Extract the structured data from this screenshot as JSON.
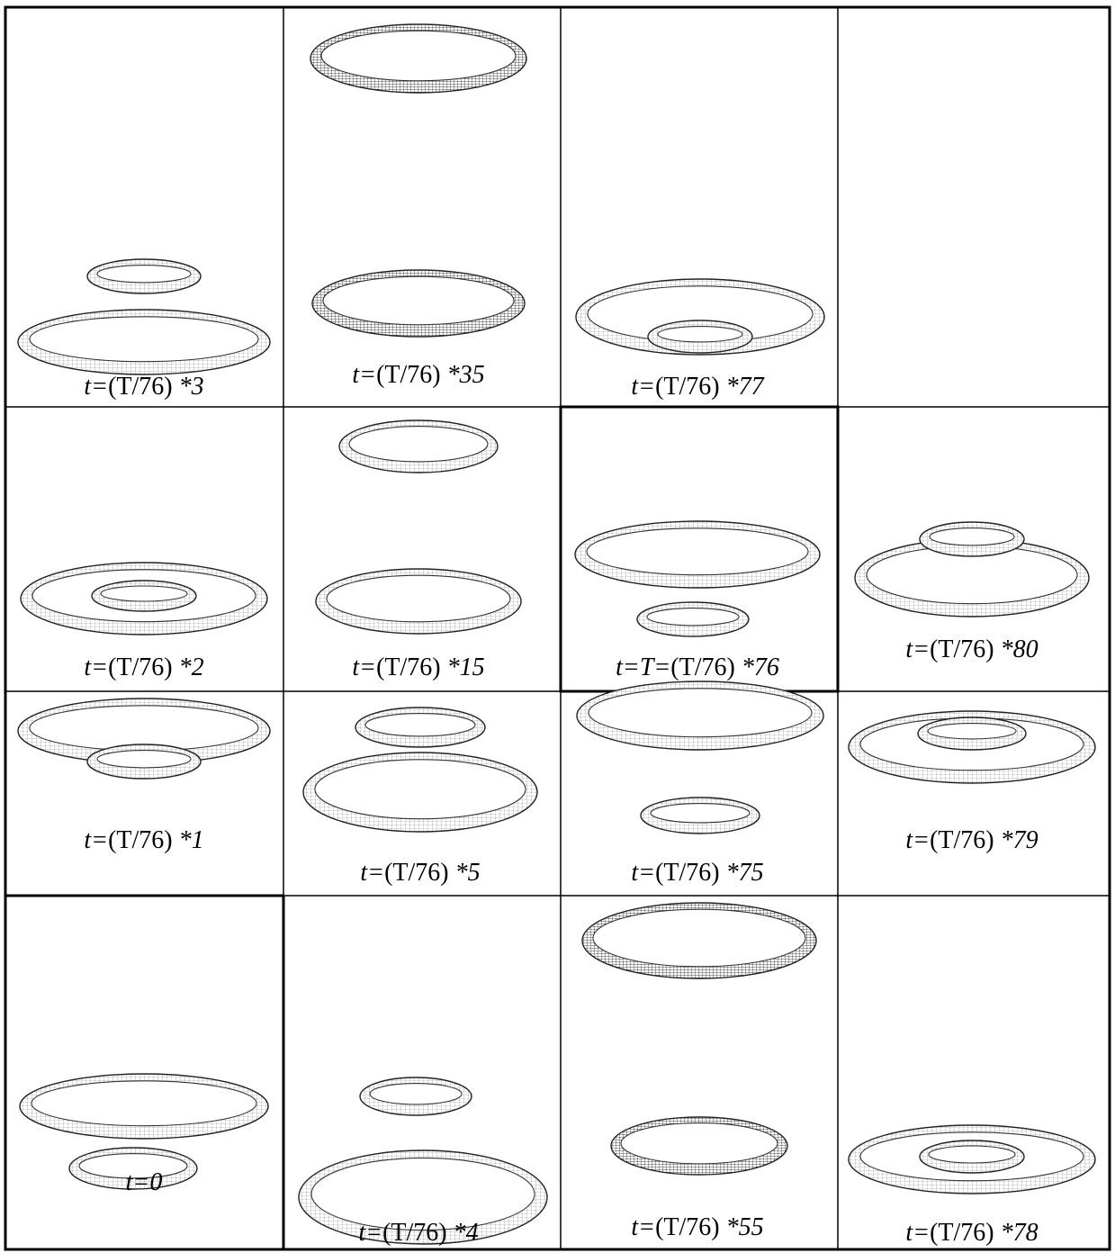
{
  "panels": [
    {
      "row": 0,
      "col": 0,
      "caption": {
        "pre": "t=",
        "paren": "(T/76)",
        "mult": "*3"
      }
    },
    {
      "row": 0,
      "col": 1,
      "caption": {
        "pre": "t=",
        "paren": "(T/76)",
        "mult": "*35"
      }
    },
    {
      "row": 0,
      "col": 2,
      "caption": {
        "pre": "t=",
        "paren": "(T/76)",
        "mult": "*77"
      }
    },
    {
      "row": 0,
      "col": 3,
      "caption": null
    },
    {
      "row": 1,
      "col": 0,
      "caption": {
        "pre": "t=",
        "paren": "(T/76)",
        "mult": "*2"
      }
    },
    {
      "row": 1,
      "col": 1,
      "caption": {
        "pre": "t=",
        "paren": "(T/76)",
        "mult": "*15"
      }
    },
    {
      "row": 1,
      "col": 2,
      "caption": {
        "pre": "t=T=",
        "paren": "(T/76)",
        "mult": "*76"
      }
    },
    {
      "row": 1,
      "col": 3,
      "caption": {
        "pre": "t=",
        "paren": "(T/76)",
        "mult": "*80"
      }
    },
    {
      "row": 2,
      "col": 0,
      "caption": {
        "pre": "t=",
        "paren": "(T/76)",
        "mult": "*1"
      }
    },
    {
      "row": 2,
      "col": 1,
      "caption": {
        "pre": "t=",
        "paren": "(T/76)",
        "mult": "*5"
      }
    },
    {
      "row": 2,
      "col": 2,
      "caption": {
        "pre": "t=",
        "paren": "(T/76)",
        "mult": "*75"
      }
    },
    {
      "row": 2,
      "col": 3,
      "caption": {
        "pre": "t=",
        "paren": "(T/76)",
        "mult": "*79"
      }
    },
    {
      "row": 3,
      "col": 0,
      "caption": {
        "pre": "t=0",
        "paren": "",
        "mult": ""
      }
    },
    {
      "row": 3,
      "col": 1,
      "caption": {
        "pre": "t=",
        "paren": "(T/76)",
        "mult": "*4"
      }
    },
    {
      "row": 3,
      "col": 2,
      "caption": {
        "pre": "t=",
        "paren": "(T/76)",
        "mult": "*55"
      }
    },
    {
      "row": 3,
      "col": 3,
      "caption": {
        "pre": "t=",
        "paren": "(T/76)",
        "mult": "*78"
      }
    }
  ]
}
